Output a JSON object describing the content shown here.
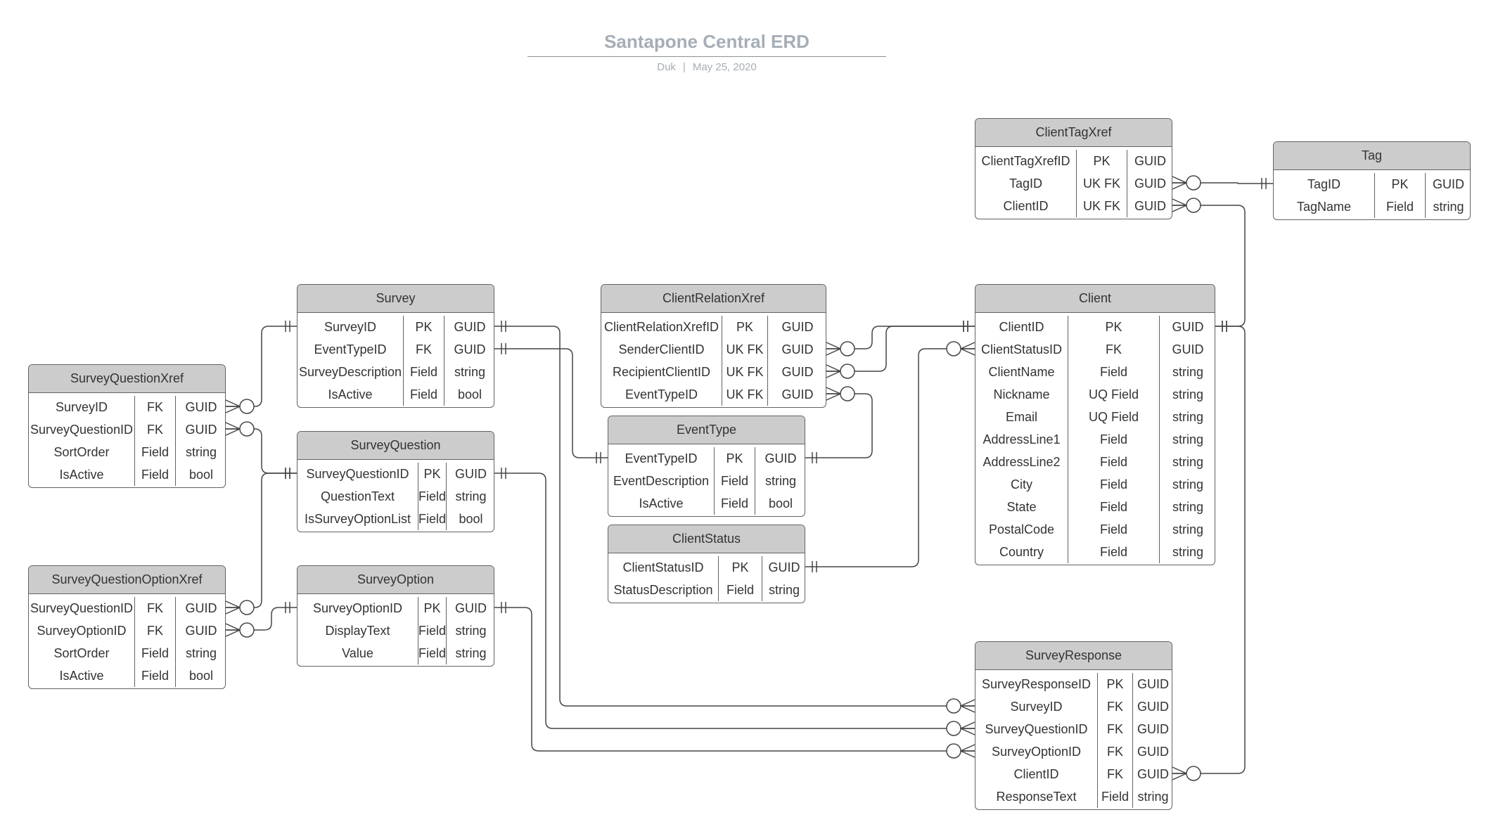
{
  "header": {
    "title": "Santapone Central ERD",
    "author": "Duk",
    "separator": "|",
    "date": "May 25, 2020"
  },
  "colors": {
    "header_fill": "#cccccc",
    "border": "#5f6368",
    "line": "#454545",
    "title_text": "#a6aeb6"
  },
  "entities": [
    {
      "id": "SurveyQuestionXref",
      "name": "SurveyQuestionXref",
      "rows": [
        [
          "SurveyID",
          "FK",
          "GUID"
        ],
        [
          "SurveyQuestionID",
          "FK",
          "GUID"
        ],
        [
          "SortOrder",
          "Field",
          "string"
        ],
        [
          "IsActive",
          "Field",
          "bool"
        ]
      ]
    },
    {
      "id": "SurveyQuestionOptionXref",
      "name": "SurveyQuestionOptionXref",
      "rows": [
        [
          "SurveyQuestionID",
          "FK",
          "GUID"
        ],
        [
          "SurveyOptionID",
          "FK",
          "GUID"
        ],
        [
          "SortOrder",
          "Field",
          "string"
        ],
        [
          "IsActive",
          "Field",
          "bool"
        ]
      ]
    },
    {
      "id": "Survey",
      "name": "Survey",
      "rows": [
        [
          "SurveyID",
          "PK",
          "GUID"
        ],
        [
          "EventTypeID",
          "FK",
          "GUID"
        ],
        [
          "SurveyDescription",
          "Field",
          "string"
        ],
        [
          "IsActive",
          "Field",
          "bool"
        ]
      ]
    },
    {
      "id": "SurveyQuestion",
      "name": "SurveyQuestion",
      "rows": [
        [
          "SurveyQuestionID",
          "PK",
          "GUID"
        ],
        [
          "QuestionText",
          "Field",
          "string"
        ],
        [
          "IsSurveyOptionList",
          "Field",
          "bool"
        ]
      ]
    },
    {
      "id": "SurveyOption",
      "name": "SurveyOption",
      "rows": [
        [
          "SurveyOptionID",
          "PK",
          "GUID"
        ],
        [
          "DisplayText",
          "Field",
          "string"
        ],
        [
          "Value",
          "Field",
          "string"
        ]
      ]
    },
    {
      "id": "ClientRelationXref",
      "name": "ClientRelationXref",
      "rows": [
        [
          "ClientRelationXrefID",
          "PK",
          "GUID"
        ],
        [
          "SenderClientID",
          "UK FK",
          "GUID"
        ],
        [
          "RecipientClientID",
          "UK FK",
          "GUID"
        ],
        [
          "EventTypeID",
          "UK FK",
          "GUID"
        ]
      ]
    },
    {
      "id": "EventType",
      "name": "EventType",
      "rows": [
        [
          "EventTypeID",
          "PK",
          "GUID"
        ],
        [
          "EventDescription",
          "Field",
          "string"
        ],
        [
          "IsActive",
          "Field",
          "bool"
        ]
      ]
    },
    {
      "id": "ClientStatus",
      "name": "ClientStatus",
      "rows": [
        [
          "ClientStatusID",
          "PK",
          "GUID"
        ],
        [
          "StatusDescription",
          "Field",
          "string"
        ]
      ]
    },
    {
      "id": "ClientTagXref",
      "name": "ClientTagXref",
      "rows": [
        [
          "ClientTagXrefID",
          "PK",
          "GUID"
        ],
        [
          "TagID",
          "UK FK",
          "GUID"
        ],
        [
          "ClientID",
          "UK FK",
          "GUID"
        ]
      ]
    },
    {
      "id": "Tag",
      "name": "Tag",
      "rows": [
        [
          "TagID",
          "PK",
          "GUID"
        ],
        [
          "TagName",
          "Field",
          "string"
        ]
      ]
    },
    {
      "id": "Client",
      "name": "Client",
      "rows": [
        [
          "ClientID",
          "PK",
          "GUID"
        ],
        [
          "ClientStatusID",
          "FK",
          "GUID"
        ],
        [
          "ClientName",
          "Field",
          "string"
        ],
        [
          "Nickname",
          "UQ Field",
          "string"
        ],
        [
          "Email",
          "UQ Field",
          "string"
        ],
        [
          "AddressLine1",
          "Field",
          "string"
        ],
        [
          "AddressLine2",
          "Field",
          "string"
        ],
        [
          "City",
          "Field",
          "string"
        ],
        [
          "State",
          "Field",
          "string"
        ],
        [
          "PostalCode",
          "Field",
          "string"
        ],
        [
          "Country",
          "Field",
          "string"
        ]
      ]
    },
    {
      "id": "SurveyResponse",
      "name": "SurveyResponse",
      "rows": [
        [
          "SurveyResponseID",
          "PK",
          "GUID"
        ],
        [
          "SurveyID",
          "FK",
          "GUID"
        ],
        [
          "SurveyQuestionID",
          "FK",
          "GUID"
        ],
        [
          "SurveyOptionID",
          "FK",
          "GUID"
        ],
        [
          "ClientID",
          "FK",
          "GUID"
        ],
        [
          "ResponseText",
          "Field",
          "string"
        ]
      ]
    }
  ],
  "relationships": [
    {
      "from": "Survey.SurveyID",
      "to": "SurveyQuestionXref.SurveyID",
      "from_cardinality": "one",
      "to_cardinality": "zero-or-many"
    },
    {
      "from": "SurveyQuestion.SurveyQuestionID",
      "to": "SurveyQuestionXref.SurveyQuestionID",
      "from_cardinality": "one",
      "to_cardinality": "zero-or-many"
    },
    {
      "from": "SurveyQuestion.SurveyQuestionID",
      "to": "SurveyQuestionOptionXref.SurveyQuestionID",
      "from_cardinality": "one",
      "to_cardinality": "zero-or-many"
    },
    {
      "from": "SurveyOption.SurveyOptionID",
      "to": "SurveyQuestionOptionXref.SurveyOptionID",
      "from_cardinality": "one",
      "to_cardinality": "zero-or-many"
    },
    {
      "from": "EventType.EventTypeID",
      "to": "Survey.EventTypeID",
      "from_cardinality": "one",
      "to_cardinality": "one"
    },
    {
      "from": "EventType.EventTypeID",
      "to": "ClientRelationXref.EventTypeID",
      "from_cardinality": "one",
      "to_cardinality": "zero-or-many"
    },
    {
      "from": "Client.ClientID",
      "to": "ClientRelationXref.SenderClientID",
      "from_cardinality": "one",
      "to_cardinality": "zero-or-many"
    },
    {
      "from": "Client.ClientID",
      "to": "ClientRelationXref.RecipientClientID",
      "from_cardinality": "one",
      "to_cardinality": "zero-or-many"
    },
    {
      "from": "ClientStatus.ClientStatusID",
      "to": "Client.ClientStatusID",
      "from_cardinality": "one",
      "to_cardinality": "zero-or-many"
    },
    {
      "from": "Tag.TagID",
      "to": "ClientTagXref.TagID",
      "from_cardinality": "one",
      "to_cardinality": "zero-or-many"
    },
    {
      "from": "Client.ClientID",
      "to": "ClientTagXref.ClientID",
      "from_cardinality": "one",
      "to_cardinality": "zero-or-many"
    },
    {
      "from": "Client.ClientID",
      "to": "SurveyResponse.ClientID",
      "from_cardinality": "one",
      "to_cardinality": "zero-or-many"
    },
    {
      "from": "Survey.SurveyID",
      "to": "SurveyResponse.SurveyID",
      "from_cardinality": "one",
      "to_cardinality": "zero-or-many"
    },
    {
      "from": "SurveyQuestion.SurveyQuestionID",
      "to": "SurveyResponse.SurveyQuestionID",
      "from_cardinality": "one",
      "to_cardinality": "zero-or-many"
    },
    {
      "from": "SurveyOption.SurveyOptionID",
      "to": "SurveyResponse.SurveyOptionID",
      "from_cardinality": "one",
      "to_cardinality": "zero-or-many"
    }
  ]
}
